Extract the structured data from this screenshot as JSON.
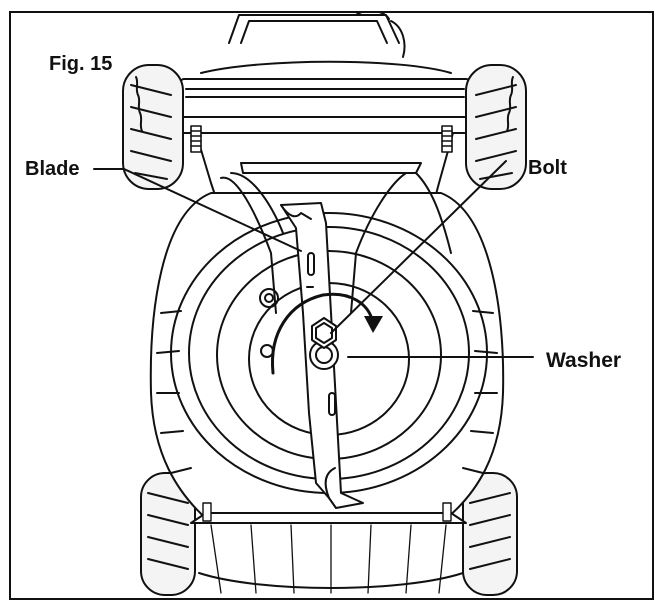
{
  "figure": {
    "number_label": "Fig. 15"
  },
  "callouts": {
    "blade": "Blade",
    "bolt": "Bolt",
    "washer": "Washer"
  },
  "colors": {
    "line": "#111111",
    "background": "#ffffff",
    "wheel_fill": "#f4f4f4"
  },
  "icons": {
    "rotation": "curved-arrow-icon"
  }
}
